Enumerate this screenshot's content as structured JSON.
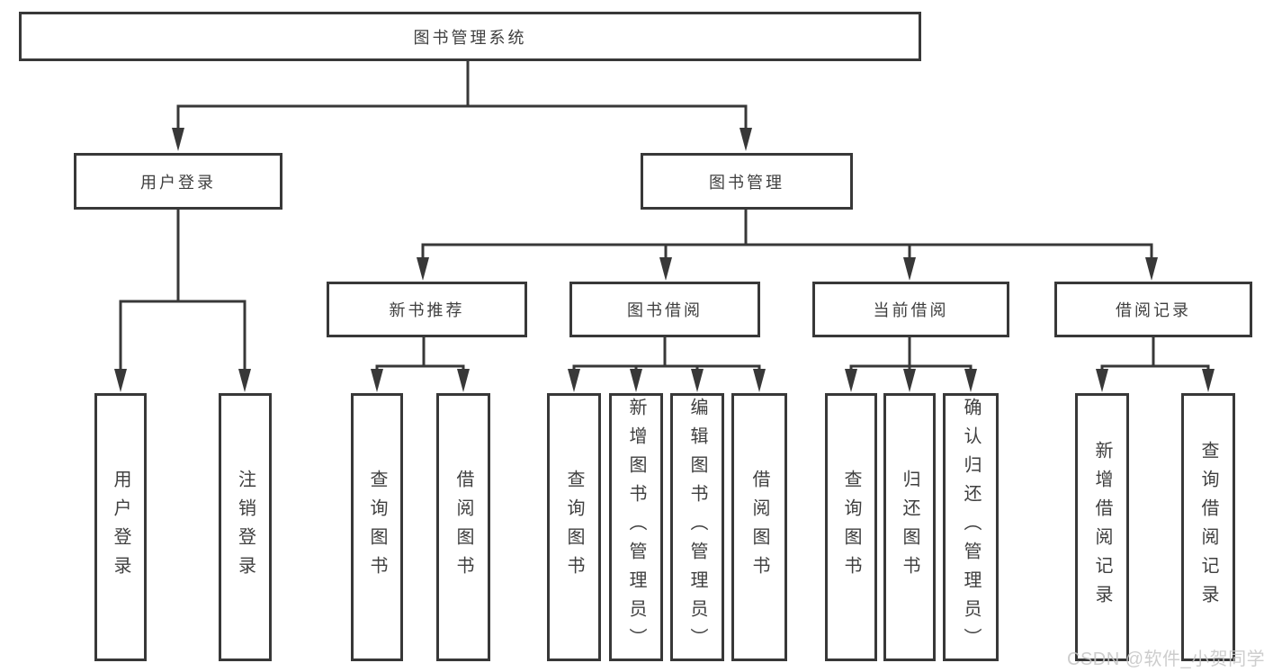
{
  "diagram": {
    "root": {
      "label": "图书管理系统"
    },
    "level2": [
      {
        "label": "用户登录"
      },
      {
        "label": "图书管理"
      }
    ],
    "level3": [
      {
        "label": "新书推荐"
      },
      {
        "label": "图书借阅"
      },
      {
        "label": "当前借阅"
      },
      {
        "label": "借阅记录"
      }
    ],
    "leaves": {
      "user_login": [
        {
          "label": "用户登录"
        },
        {
          "label": "注销登录"
        }
      ],
      "new_books": [
        {
          "label": "查询图书"
        },
        {
          "label": "借阅图书"
        }
      ],
      "book_borrow": [
        {
          "label": "查询图书"
        },
        {
          "label": "新增图书（管理员）"
        },
        {
          "label": "编辑图书（管理员）"
        },
        {
          "label": "借阅图书"
        }
      ],
      "current_borrow": [
        {
          "label": "查询图书"
        },
        {
          "label": "归还图书"
        },
        {
          "label": "确认归还（管理员）"
        }
      ],
      "borrow_records": [
        {
          "label": "新增借阅记录"
        },
        {
          "label": "查询借阅记录"
        }
      ]
    },
    "watermark": "CSDN @软件_小贺同学",
    "colors": {
      "line": "#383838",
      "text": "#3f3f3f",
      "watermark": "#c6c6c6",
      "background": "#ffffff"
    }
  }
}
